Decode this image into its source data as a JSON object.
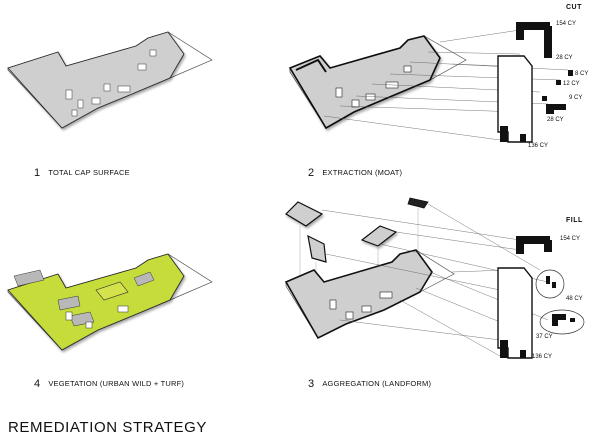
{
  "page": {
    "title": "REMEDIATION STRATEGY"
  },
  "panels": [
    {
      "number": "1",
      "label": "TOTAL CAP SURFACE"
    },
    {
      "number": "2",
      "label": "EXTRACTION (MOAT)"
    },
    {
      "number": "3",
      "label": "AGGREGATION (LANDFORM)"
    },
    {
      "number": "4",
      "label": "VEGETATION (URBAN WILD + TURF)"
    }
  ],
  "cut": {
    "heading": "CUT",
    "quantities": [
      "154 CY",
      "28 CY",
      "8 CY",
      "12 CY",
      "9 CY",
      "28 CY",
      "136 CY"
    ]
  },
  "fill": {
    "heading": "FILL",
    "quantities": [
      "154 CY",
      "48 CY",
      "37 CY",
      "136 CY"
    ]
  },
  "colors": {
    "cap_gray": "#cfcfcf",
    "outline": "#2a2a2a",
    "vegetation_green": "#c6dc3a",
    "mass_black": "#111111"
  }
}
